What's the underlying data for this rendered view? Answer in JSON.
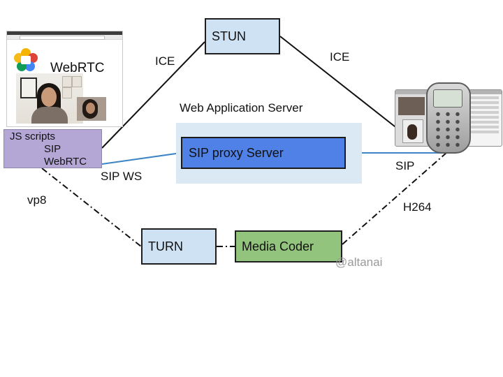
{
  "nodes": {
    "stun": "STUN",
    "web_app_server": "Web Application Server",
    "sip_proxy": "SIP proxy Server",
    "turn": "TURN",
    "media_coder": "Media Coder",
    "js_client": {
      "line1": "JS scripts",
      "line2": "SIP",
      "line3": "WebRTC"
    }
  },
  "browser": {
    "brand_label": "WebRTC",
    "logo_icon": "webrtc-logo-icon"
  },
  "softphone": {
    "icon": "sip-softphone-icon"
  },
  "edges": {
    "ice_left": "ICE",
    "ice_right": "ICE",
    "sip_ws": "SIP WS",
    "sip": "SIP",
    "vp8": "vp8",
    "h264": "H264"
  },
  "watermark": "@altanai",
  "colors": {
    "stun_turn_fill": "#cfe2f3",
    "js_client_fill": "#b4a7d6",
    "app_server_region": "#dbe9f5",
    "sip_proxy_fill": "#4f81e6",
    "media_coder_fill": "#93c47d",
    "signaling_line": "#3d85c6",
    "line_black": "#111111"
  }
}
